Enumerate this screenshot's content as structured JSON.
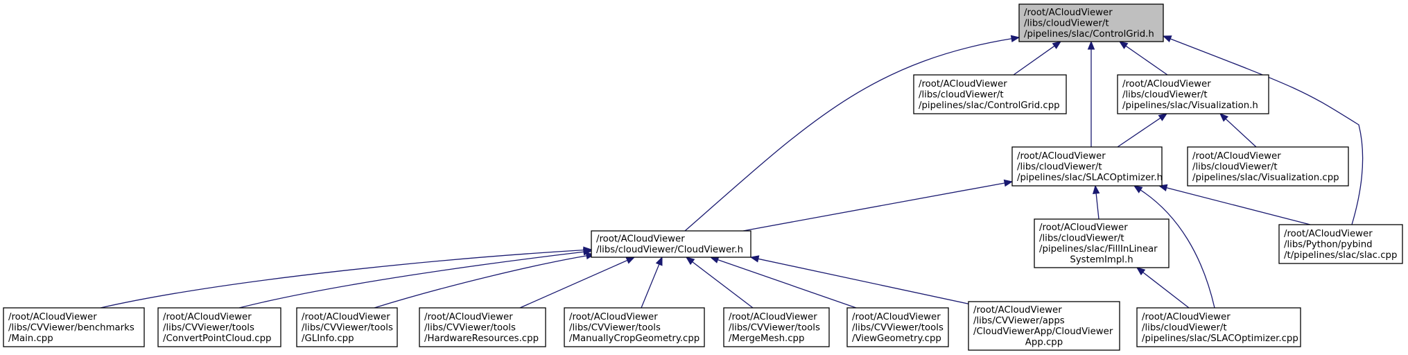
{
  "colors": {
    "edge": "#191970",
    "node_border": "#000000",
    "node_fill": "#ffffff",
    "root_fill": "#bfbfbf"
  },
  "nodes": [
    {
      "id": "controlgrid_h",
      "name": "node-controlgrid-h",
      "lines": [
        "/root/ACloudViewer",
        "/libs/cloudViewer/t",
        "/pipelines/slac/ControlGrid.h"
      ],
      "root": true
    },
    {
      "id": "controlgrid_cpp",
      "name": "node-controlgrid-cpp",
      "lines": [
        "/root/ACloudViewer",
        "/libs/cloudViewer/t",
        "/pipelines/slac/ControlGrid.cpp"
      ]
    },
    {
      "id": "visualization_h",
      "name": "node-visualization-h",
      "lines": [
        "/root/ACloudViewer",
        "/libs/cloudViewer/t",
        "/pipelines/slac/Visualization.h"
      ]
    },
    {
      "id": "slacoptimizer_h",
      "name": "node-slacoptimizer-h",
      "lines": [
        "/root/ACloudViewer",
        "/libs/cloudViewer/t",
        "/pipelines/slac/SLACOptimizer.h"
      ]
    },
    {
      "id": "visualization_cpp",
      "name": "node-visualization-cpp",
      "lines": [
        "/root/ACloudViewer",
        "/libs/cloudViewer/t",
        "/pipelines/slac/Visualization.cpp"
      ]
    },
    {
      "id": "cloudviewer_h",
      "name": "node-cloudviewer-h",
      "lines": [
        "/root/ACloudViewer",
        "/libs/cloudViewer/CloudViewer.h"
      ]
    },
    {
      "id": "fillinlinear_h",
      "name": "node-fillinlinear-h",
      "lines": [
        "/root/ACloudViewer",
        "/libs/cloudViewer/t",
        "/pipelines/slac/FillInLinear",
        "SystemImpl.h"
      ]
    },
    {
      "id": "slac_cpp",
      "name": "node-slac-cpp",
      "lines": [
        "/root/ACloudViewer",
        "/libs/Python/pybind",
        "/t/pipelines/slac/slac.cpp"
      ]
    },
    {
      "id": "main_cpp",
      "name": "node-main-cpp",
      "lines": [
        "/root/ACloudViewer",
        "/libs/CVViewer/benchmarks",
        "/Main.cpp"
      ]
    },
    {
      "id": "convertpointcloud_cpp",
      "name": "node-convertpointcloud-cpp",
      "lines": [
        "/root/ACloudViewer",
        "/libs/CVViewer/tools",
        "/ConvertPointCloud.cpp"
      ]
    },
    {
      "id": "glinfo_cpp",
      "name": "node-glinfo-cpp",
      "lines": [
        "/root/ACloudViewer",
        "/libs/CVViewer/tools",
        "/GLInfo.cpp"
      ]
    },
    {
      "id": "hardwareresources_cpp",
      "name": "node-hardwareresources-cpp",
      "lines": [
        "/root/ACloudViewer",
        "/libs/CVViewer/tools",
        "/HardwareResources.cpp"
      ]
    },
    {
      "id": "manuallycrop_cpp",
      "name": "node-manuallycropgeometry-cpp",
      "lines": [
        "/root/ACloudViewer",
        "/libs/CVViewer/tools",
        "/ManuallyCropGeometry.cpp"
      ]
    },
    {
      "id": "mergemesh_cpp",
      "name": "node-mergemesh-cpp",
      "lines": [
        "/root/ACloudViewer",
        "/libs/CVViewer/tools",
        "/MergeMesh.cpp"
      ]
    },
    {
      "id": "viewgeometry_cpp",
      "name": "node-viewgeometry-cpp",
      "lines": [
        "/root/ACloudViewer",
        "/libs/CVViewer/tools",
        "/ViewGeometry.cpp"
      ]
    },
    {
      "id": "cloudviewerapp_cpp",
      "name": "node-cloudviewerapp-cpp",
      "lines": [
        "/root/ACloudViewer",
        "/libs/CVViewer/apps",
        "/CloudViewerApp/CloudViewer",
        "App.cpp"
      ]
    },
    {
      "id": "slacoptimizer_cpp",
      "name": "node-slacoptimizer-cpp",
      "lines": [
        "/root/ACloudViewer",
        "/libs/cloudViewer/t",
        "/pipelines/slac/SLACOptimizer.cpp"
      ]
    }
  ],
  "edges": [
    {
      "from": "cloudviewer_h",
      "to": "controlgrid_h"
    },
    {
      "from": "controlgrid_cpp",
      "to": "controlgrid_h"
    },
    {
      "from": "slacoptimizer_h",
      "to": "controlgrid_h"
    },
    {
      "from": "visualization_h",
      "to": "controlgrid_h"
    },
    {
      "from": "slac_cpp",
      "to": "controlgrid_h"
    },
    {
      "from": "slacoptimizer_h",
      "to": "visualization_h"
    },
    {
      "from": "visualization_cpp",
      "to": "visualization_h"
    },
    {
      "from": "cloudviewer_h",
      "to": "slacoptimizer_h"
    },
    {
      "from": "fillinlinear_h",
      "to": "slacoptimizer_h"
    },
    {
      "from": "slacoptimizer_cpp",
      "to": "slacoptimizer_h"
    },
    {
      "from": "slac_cpp",
      "to": "slacoptimizer_h"
    },
    {
      "from": "slacoptimizer_cpp",
      "to": "fillinlinear_h"
    },
    {
      "from": "main_cpp",
      "to": "cloudviewer_h"
    },
    {
      "from": "convertpointcloud_cpp",
      "to": "cloudviewer_h"
    },
    {
      "from": "glinfo_cpp",
      "to": "cloudviewer_h"
    },
    {
      "from": "hardwareresources_cpp",
      "to": "cloudviewer_h"
    },
    {
      "from": "manuallycrop_cpp",
      "to": "cloudviewer_h"
    },
    {
      "from": "mergemesh_cpp",
      "to": "cloudviewer_h"
    },
    {
      "from": "viewgeometry_cpp",
      "to": "cloudviewer_h"
    },
    {
      "from": "cloudviewerapp_cpp",
      "to": "cloudviewer_h"
    }
  ]
}
